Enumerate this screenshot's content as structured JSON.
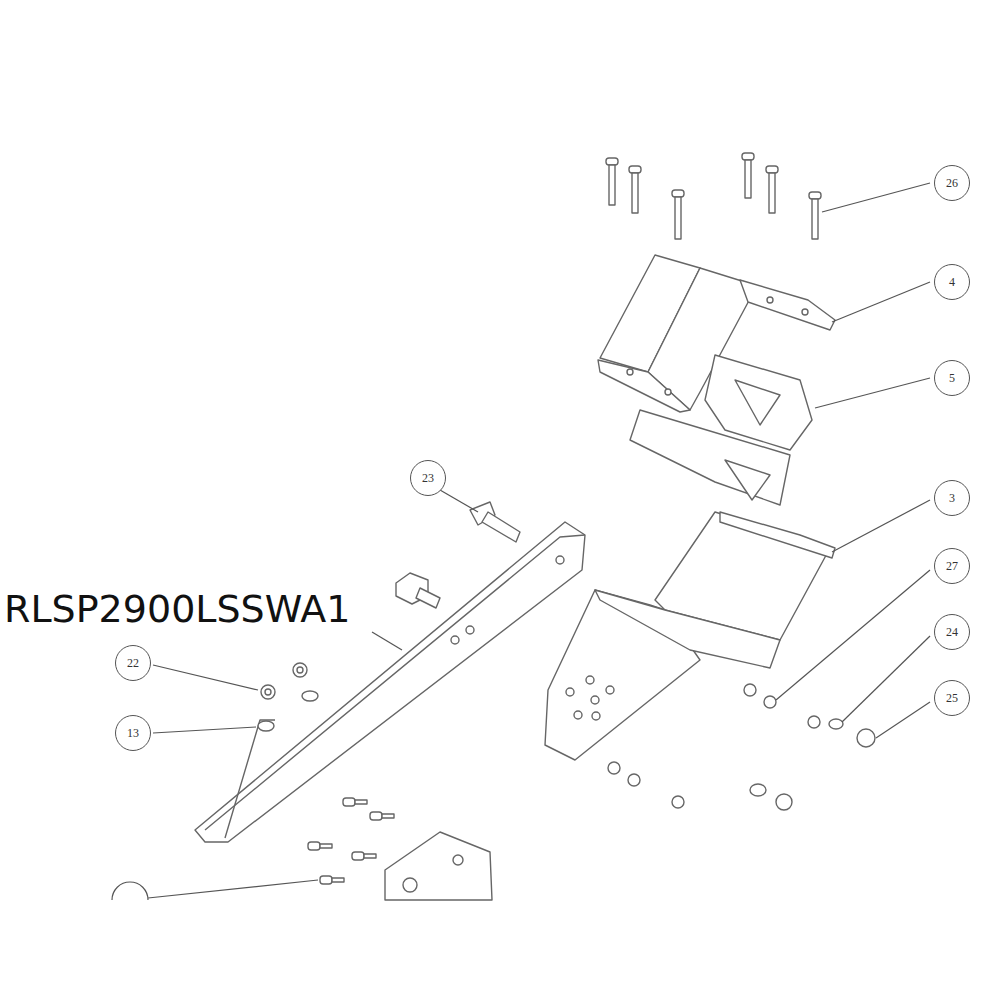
{
  "diagram": {
    "nodes": [
      {
        "text": [
          "26"
        ]
      },
      {
        "text": [
          "4"
        ]
      },
      {
        "text": [
          "5"
        ]
      },
      {
        "text": [
          "23"
        ]
      },
      {
        "text": [
          "3"
        ]
      },
      {
        "text": [
          "27"
        ]
      },
      {
        "text": [
          "24"
        ]
      },
      {
        "text": [
          "25"
        ]
      },
      {
        "text": [
          "22"
        ]
      },
      {
        "text": [
          "13"
        ]
      }
    ],
    "labels": [
      "RLSP2900LSSWA1"
    ]
  }
}
